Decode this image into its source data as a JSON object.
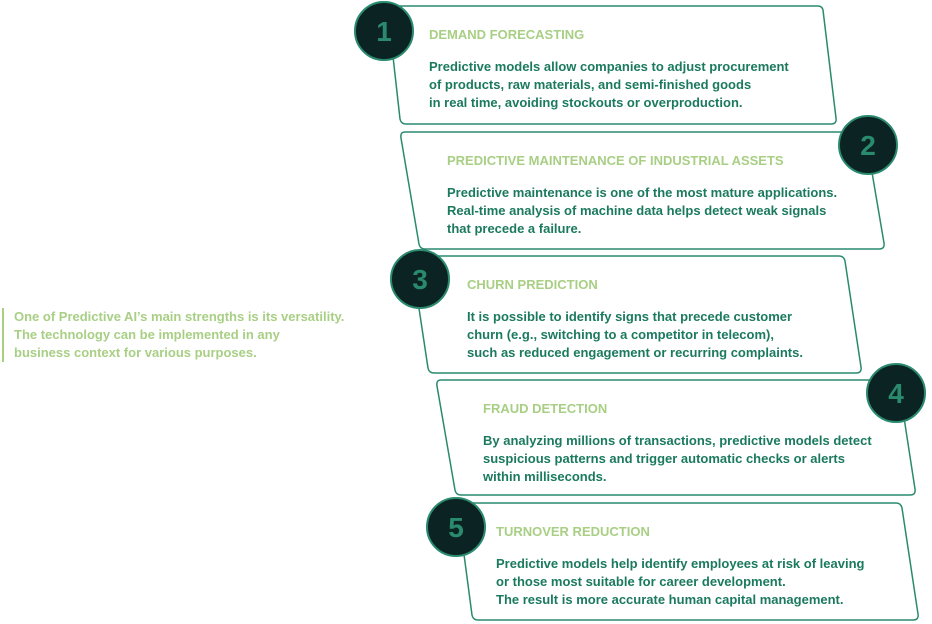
{
  "intro": {
    "lines": [
      "One of Predictive AI’s main strengths is its versatility.",
      "The technology can be implemented in any",
      "business context for various purposes."
    ]
  },
  "cards": [
    {
      "number": "1",
      "title": "DEMAND FORECASTING",
      "body": [
        "Predictive models allow companies to adjust procurement",
        "of products, raw materials, and semi-finished goods",
        "in real time, avoiding stockouts or overproduction."
      ]
    },
    {
      "number": "2",
      "title": "PREDICTIVE MAINTENANCE OF INDUSTRIAL ASSETS",
      "body": [
        "Predictive maintenance is one of the most mature applications.",
        "Real-time analysis of machine data helps detect weak signals",
        "that precede a failure."
      ]
    },
    {
      "number": "3",
      "title": "CHURN PREDICTION",
      "body": [
        "It is possible to identify signs that precede customer",
        "churn (e.g., switching to a competitor in telecom),",
        "such as reduced engagement or recurring complaints."
      ]
    },
    {
      "number": "4",
      "title": "FRAUD DETECTION",
      "body": [
        "By analyzing millions of transactions, predictive models detect",
        "suspicious patterns and trigger automatic checks or alerts",
        "within milliseconds."
      ]
    },
    {
      "number": "5",
      "title": "TURNOVER REDUCTION",
      "body": [
        "Predictive models help identify employees at risk of leaving",
        "or those most suitable for career development.",
        "The result is more accurate human capital management."
      ]
    }
  ],
  "colors": {
    "title": "#a8cf84",
    "body": "#1b7a5e",
    "frame": "#2a8a6e",
    "badge_fill": "#0b2322",
    "badge_ring": "#2a8a6e",
    "badge_text": "#2a8a6e"
  }
}
